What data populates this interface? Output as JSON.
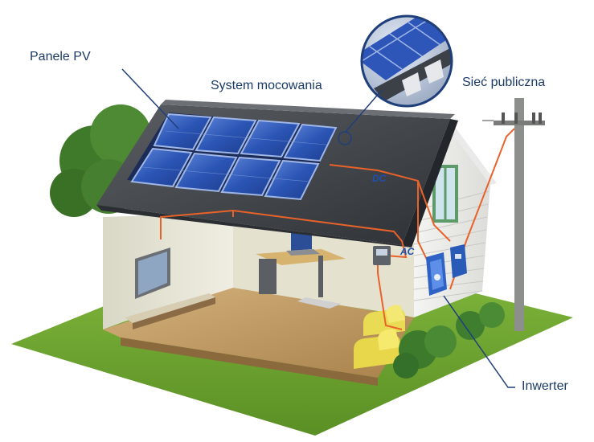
{
  "labels": {
    "pv_panels": "Panele PV",
    "mounting_system": "System mocowania",
    "public_grid": "Sieć publiczna",
    "inverter": "Inwerter",
    "dc": "DC",
    "ac": "AC"
  },
  "colors": {
    "label_text": "#1a3a66",
    "leader_line": "#1f3f7a",
    "cable": "#e8622a",
    "lawn": "#6fa82e",
    "roof": "#3f4348",
    "panel": "#2d56b8",
    "wall": "#e8e6d6",
    "floor": "#b8935c"
  },
  "icons": {
    "house": "house-cutaway",
    "tree": "tree-icon",
    "pole": "utility-pole-icon",
    "inverter": "inverter-icon"
  }
}
